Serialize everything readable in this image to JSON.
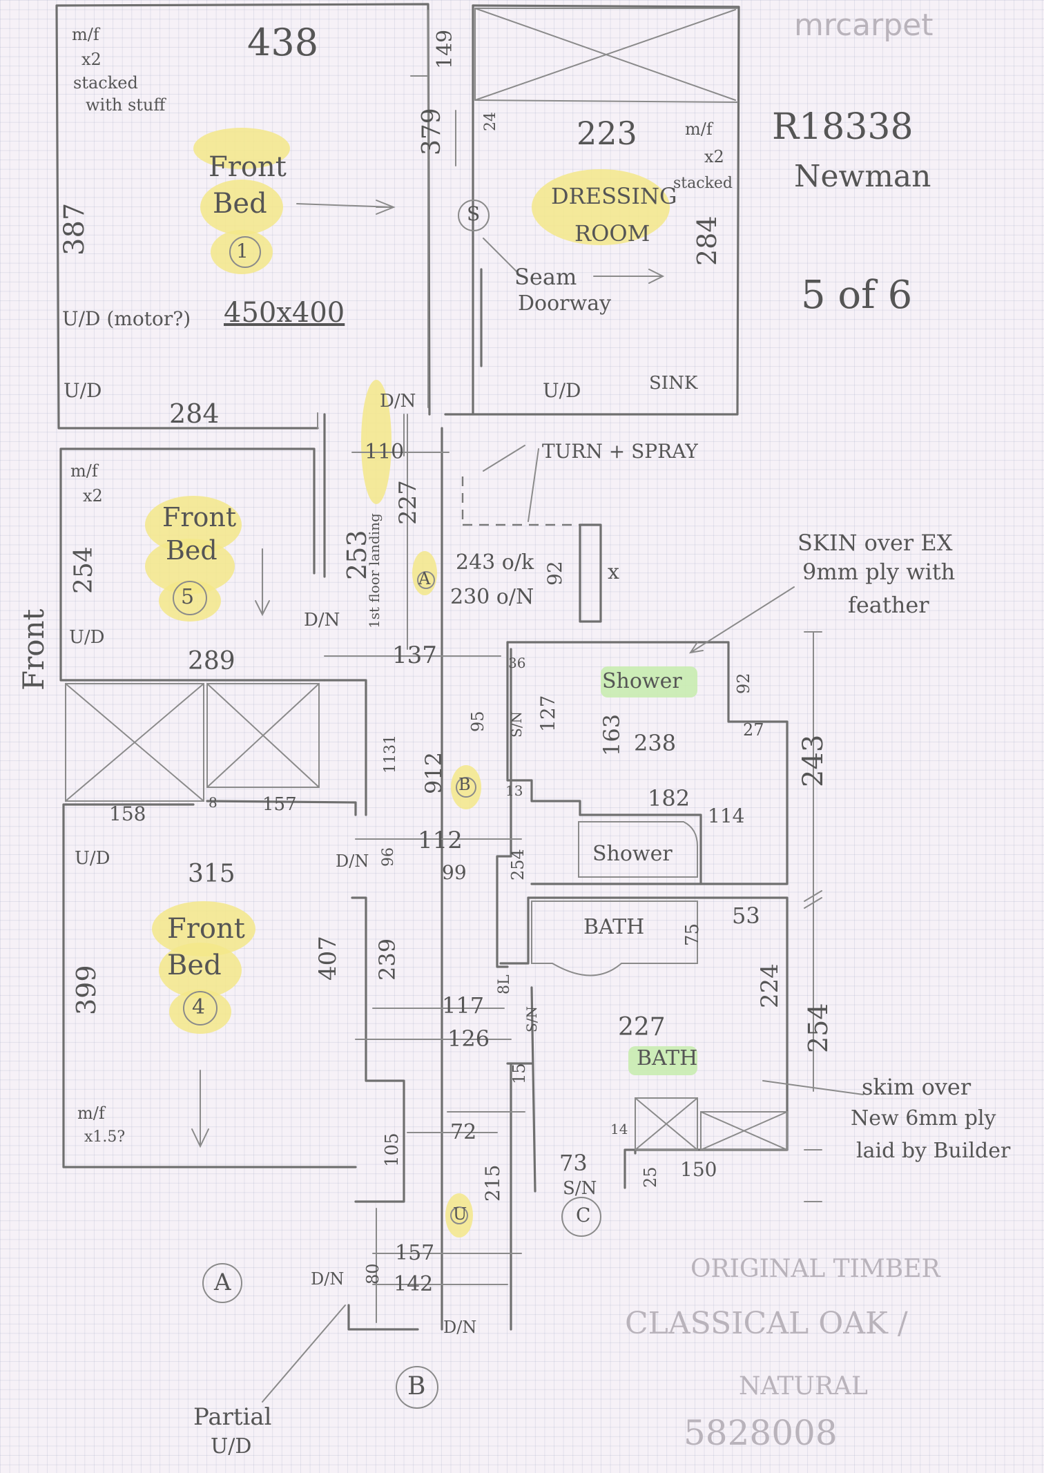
{
  "sheet": {
    "job_ref": "R18338",
    "client": "Newman",
    "page": "5 of 6",
    "front_label": "Front",
    "faint_logo_text": "mrcarpet",
    "product_line1": "ORIGINAL TIMBER",
    "product_line2": "CLASSICAL OAK /",
    "product_line3": "NATURAL",
    "product_code": "5828008"
  },
  "rooms": {
    "front_bed_1": {
      "name_line1": "Front",
      "name_line2": "Bed",
      "number": "1",
      "width": "438",
      "depth": "387",
      "note1": "m/f",
      "note2": "x2",
      "note3": "stacked",
      "note4": "with stuff",
      "ud_note": "U/D (motor?)",
      "size": "450x400",
      "ud": "U/D",
      "bottom_width": "284"
    },
    "dressing_room": {
      "name_line1": "DRESSING",
      "name_line2": "ROOM",
      "width": "223",
      "depth": "284",
      "note1": "m/f",
      "note2": "x2",
      "note3": "stacked",
      "dim_149": "149",
      "dim_379": "379",
      "dim_24": "24",
      "seam_line1": "Seam",
      "seam_line2": "Doorway",
      "ud": "U/D",
      "sink": "SINK",
      "seam_marker": "S"
    },
    "front_bed_5": {
      "name_line1": "Front",
      "name_line2": "Bed",
      "number": "5",
      "depth": "254",
      "width": "289",
      "note1": "m/f",
      "note2": "x2",
      "ud": "U/D"
    },
    "front_bed_4": {
      "name_line1": "Front",
      "name_line2": "Bed",
      "number": "4",
      "width": "315",
      "depth": "399",
      "ud": "U/D",
      "note1": "m/f",
      "note2": "x1.5?",
      "dim_158": "158",
      "dim_8": "8",
      "dim_157": "157"
    },
    "shower": {
      "name": "Shower",
      "dim_238": "238",
      "dim_163": "163",
      "dim_127": "127",
      "dim_92": "92",
      "dim_27": "27",
      "dim_182": "182",
      "dim_114": "114",
      "dim_243": "243",
      "dim_13": "13",
      "dim_36": "36"
    },
    "shower_2": {
      "name": "Shower"
    },
    "bath_fixture": {
      "name": "BATH",
      "dim_75": "75",
      "dim_53": "53"
    },
    "bath": {
      "name": "BATH",
      "width": "227",
      "depth": "224",
      "dim_254": "254",
      "dim_25": "25",
      "dim_150": "150",
      "dim_14": "14",
      "dim_15": "15",
      "dim_73": "73",
      "sn": "S/N",
      "marker": "C"
    }
  },
  "landing": {
    "label": "1st floor landing",
    "marker_a": "A",
    "marker_b": "B",
    "marker_u": "U",
    "dim_110": "110",
    "dim_227": "227",
    "dim_253": "253",
    "dim_243_ok": "243 o/k",
    "dim_230_o_n": "230 o/N",
    "dim_92": "92",
    "dim_137": "137",
    "dim_1131": "1131",
    "dim_95": "95",
    "dim_912": "912",
    "dim_112": "112",
    "dim_96": "96",
    "dim_99": "99",
    "dim_254": "254",
    "dim_407": "407",
    "dim_239": "239",
    "dim_117": "117",
    "dim_126": "126",
    "dim_8l": "8L",
    "dim_72": "72",
    "dim_105": "105",
    "dim_215": "215",
    "dim_157": "157",
    "dim_142": "142",
    "dim_80": "80",
    "sn": "S/N",
    "dn": "D/N",
    "x": "x"
  },
  "notes": {
    "turn_spray": "TURN + SPRAY",
    "skin_line1": "SKIN over EX",
    "skin_line2": "9mm ply with",
    "skin_line3": "feather",
    "skim_line1": "skim over",
    "skim_line2": "New 6mm ply",
    "skim_line3": "laid by Builder",
    "partial_line1": "Partial",
    "partial_line2": "U/D",
    "circle_a": "A",
    "circle_b": "B"
  }
}
